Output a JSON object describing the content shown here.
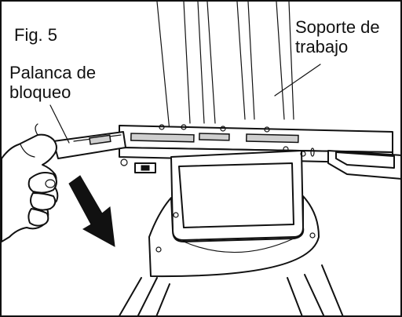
{
  "figure": {
    "label": "Fig. 5",
    "callouts": {
      "lever": "Palanca de\nbloqueo",
      "support": "Soporte de\ntrabajo"
    }
  },
  "colors": {
    "line": "#111111",
    "background": "#ffffff",
    "shading": "#cfcfcf"
  },
  "icons": [
    "down-arrow-icon",
    "hand-icon"
  ]
}
